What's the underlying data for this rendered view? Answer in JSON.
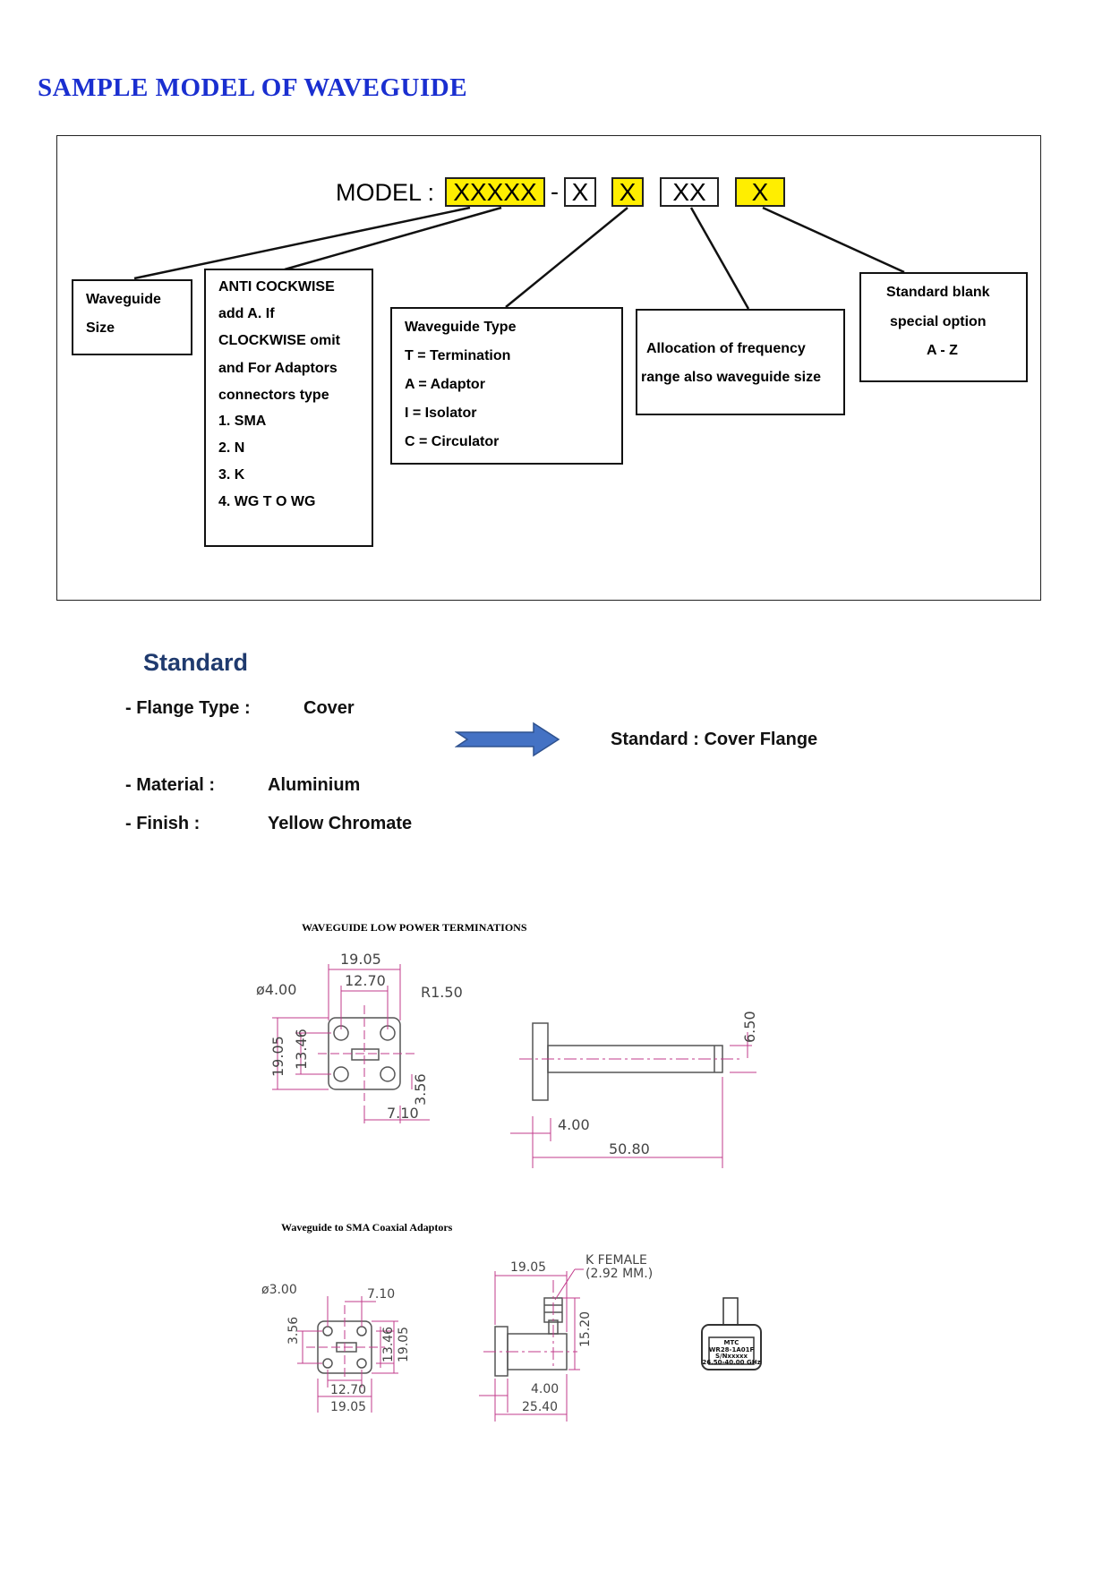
{
  "title": "SAMPLE MODEL OF WAVEGUIDE",
  "model": {
    "label": "MODEL :",
    "segments": [
      "XXXXX",
      "X",
      "X",
      "XX",
      "X"
    ],
    "dash": "-",
    "boxes": {
      "size": [
        "Waveguide",
        "Size"
      ],
      "anticlockwise": [
        "ANTI COCKWISE",
        "add  A. If",
        "CLOCKWISE omit",
        "and  For Adaptors",
        "connectors type",
        "1. SMA",
        "2. N",
        "3. K",
        "4. WG T O WG"
      ],
      "type": [
        "Waveguide  Type",
        "T  = Termination",
        "A  = Adaptor",
        "I   = Isolator",
        "C  = Circulator"
      ],
      "frequency": [
        "Allocation  of  frequency",
        "range also waveguide size"
      ],
      "special": [
        "Standard  blank",
        "special  option",
        "A - Z"
      ]
    }
  },
  "standard": {
    "heading": "Standard",
    "flange_label": "- Flange Type :",
    "flange_value": "Cover",
    "result": "Standard : Cover Flange",
    "material_label": "- Material :",
    "material_value": "Aluminium",
    "finish_label": "- Finish :",
    "finish_value": "Yellow Chromate",
    "arrow_color": "#4472c4"
  },
  "drawings": {
    "termination": {
      "title": "WAVEGUIDE LOW POWER TERMINATIONS",
      "dims": [
        "19.05",
        "12.70",
        "ø4.00",
        "R1.50",
        "19.05",
        "13.46",
        "3.56",
        "7.10",
        "6.50",
        "4.00",
        "50.80"
      ]
    },
    "adaptor": {
      "title": "Waveguide to SMA Coaxial  Adaptors",
      "dims": [
        "ø3.00",
        "7.10",
        "3.56",
        "13.46",
        "19.05",
        "12.70",
        "19.05",
        "19.05",
        "15.20",
        "4.00",
        "25.40"
      ],
      "connector_note": [
        "K  FEMALE",
        "(2.92  MM.)"
      ],
      "label_lines": [
        "MTC",
        "WR28-1A01F",
        "S/Nxxxxx",
        "26.50-40.00 GHz"
      ]
    }
  }
}
